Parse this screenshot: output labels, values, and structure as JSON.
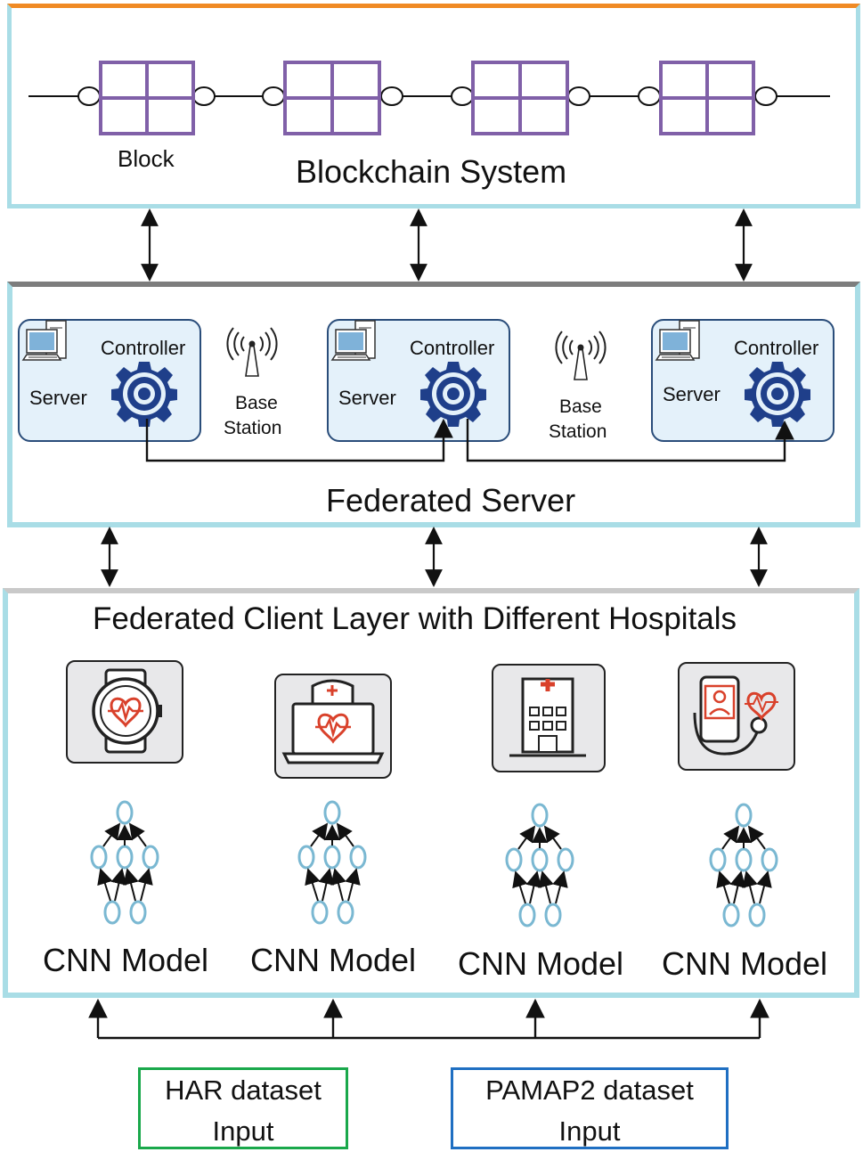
{
  "blockchain": {
    "title": "Blockchain System",
    "block_label": "Block"
  },
  "federated_server": {
    "title": "Federated Server",
    "nodes": [
      {
        "server_label": "Server",
        "controller_label": "Controller"
      },
      {
        "server_label": "Server",
        "controller_label": "Controller"
      },
      {
        "server_label": "Server",
        "controller_label": "Controller"
      }
    ],
    "base_stations": [
      {
        "line1": "Base",
        "line2": "Station"
      },
      {
        "line1": "Base",
        "line2": "Station"
      }
    ]
  },
  "client_layer": {
    "title": "Federated Client Layer with Different Hospitals",
    "clients": [
      {
        "icon": "smartwatch-heart-icon",
        "model_label": "CNN Model"
      },
      {
        "icon": "laptop-nurse-heart-icon",
        "model_label": "CNN Model"
      },
      {
        "icon": "hospital-building-icon",
        "model_label": "CNN Model"
      },
      {
        "icon": "phone-stethoscope-icon",
        "model_label": "CNN Model"
      }
    ]
  },
  "datasets": {
    "har": {
      "line1": "HAR dataset",
      "line2": "Input"
    },
    "pamap2": {
      "line1": "PAMAP2 dataset",
      "line2": "Input"
    }
  },
  "colors": {
    "block_purple": "#8060a8",
    "accent_orange": "#f08a24",
    "frame_cyan": "#a9dde6",
    "gear_blue": "#1f3f8a",
    "neuron_blue": "#6fb0cc",
    "har_green": "#1aa84b",
    "pamap_blue": "#1f6fc2",
    "heart_red": "#d9412b"
  }
}
